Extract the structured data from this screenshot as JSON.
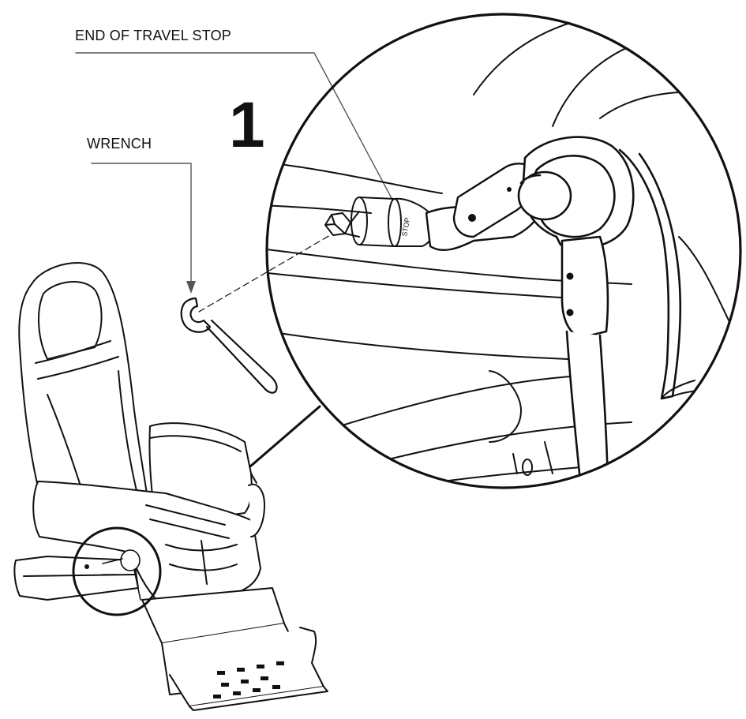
{
  "figure": {
    "step_number": "1",
    "callouts": {
      "end_of_travel_stop": "END OF TRAVEL STOP",
      "wrench": "WRENCH"
    },
    "stop_marking": "STOP"
  },
  "colors": {
    "line": "#111111",
    "leader": "#555555",
    "background": "#ffffff"
  }
}
